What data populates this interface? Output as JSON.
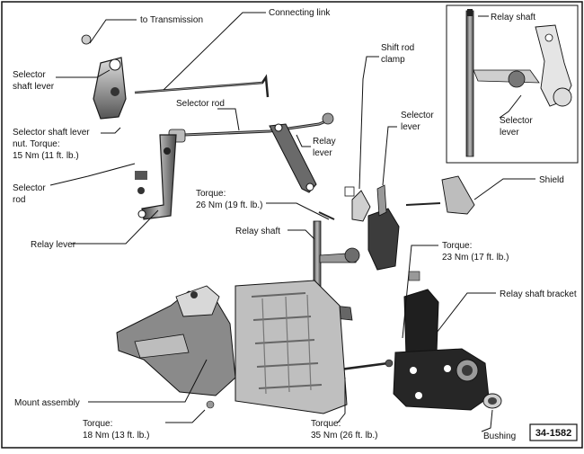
{
  "figure_id": "34-1582",
  "labels": {
    "to_transmission": "to Transmission",
    "connecting_link": "Connecting link",
    "selector_shaft_lever": [
      "Selector",
      "shaft lever"
    ],
    "selector_rod_top": "Selector rod",
    "selector_shaft_lever_nut": [
      "Selector shaft lever",
      "nut. Torque:",
      "15 Nm (11 ft. lb.)"
    ],
    "relay_lever_top": [
      "Relay",
      "lever"
    ],
    "selector_rod_left": [
      "Selector",
      "rod"
    ],
    "shift_rod_clamp": [
      "Shift rod",
      "clamp"
    ],
    "selector_lever_mid": [
      "Selector",
      "lever"
    ],
    "torque_26": [
      "Torque:",
      "26 Nm (19 ft. lb.)"
    ],
    "relay_lever_left": "Relay lever",
    "relay_shaft_mid": "Relay shaft",
    "shield": "Shield",
    "torque_23": [
      "Torque:",
      "23 Nm (17 ft. lb.)"
    ],
    "relay_shaft_bracket": "Relay shaft bracket",
    "mount_assembly": "Mount assembly",
    "torque_18": [
      "Torque:",
      "18 Nm (13 ft. lb.)"
    ],
    "torque_35": [
      "Torque:",
      "35 Nm (26 ft. lb.)"
    ],
    "bushing": "Bushing",
    "inset_relay_shaft": "Relay shaft",
    "inset_selector_lever": [
      "Selector",
      "lever"
    ]
  },
  "colors": {
    "line": "#111111",
    "paper": "#ffffff",
    "shade": "#8a8a8a"
  }
}
